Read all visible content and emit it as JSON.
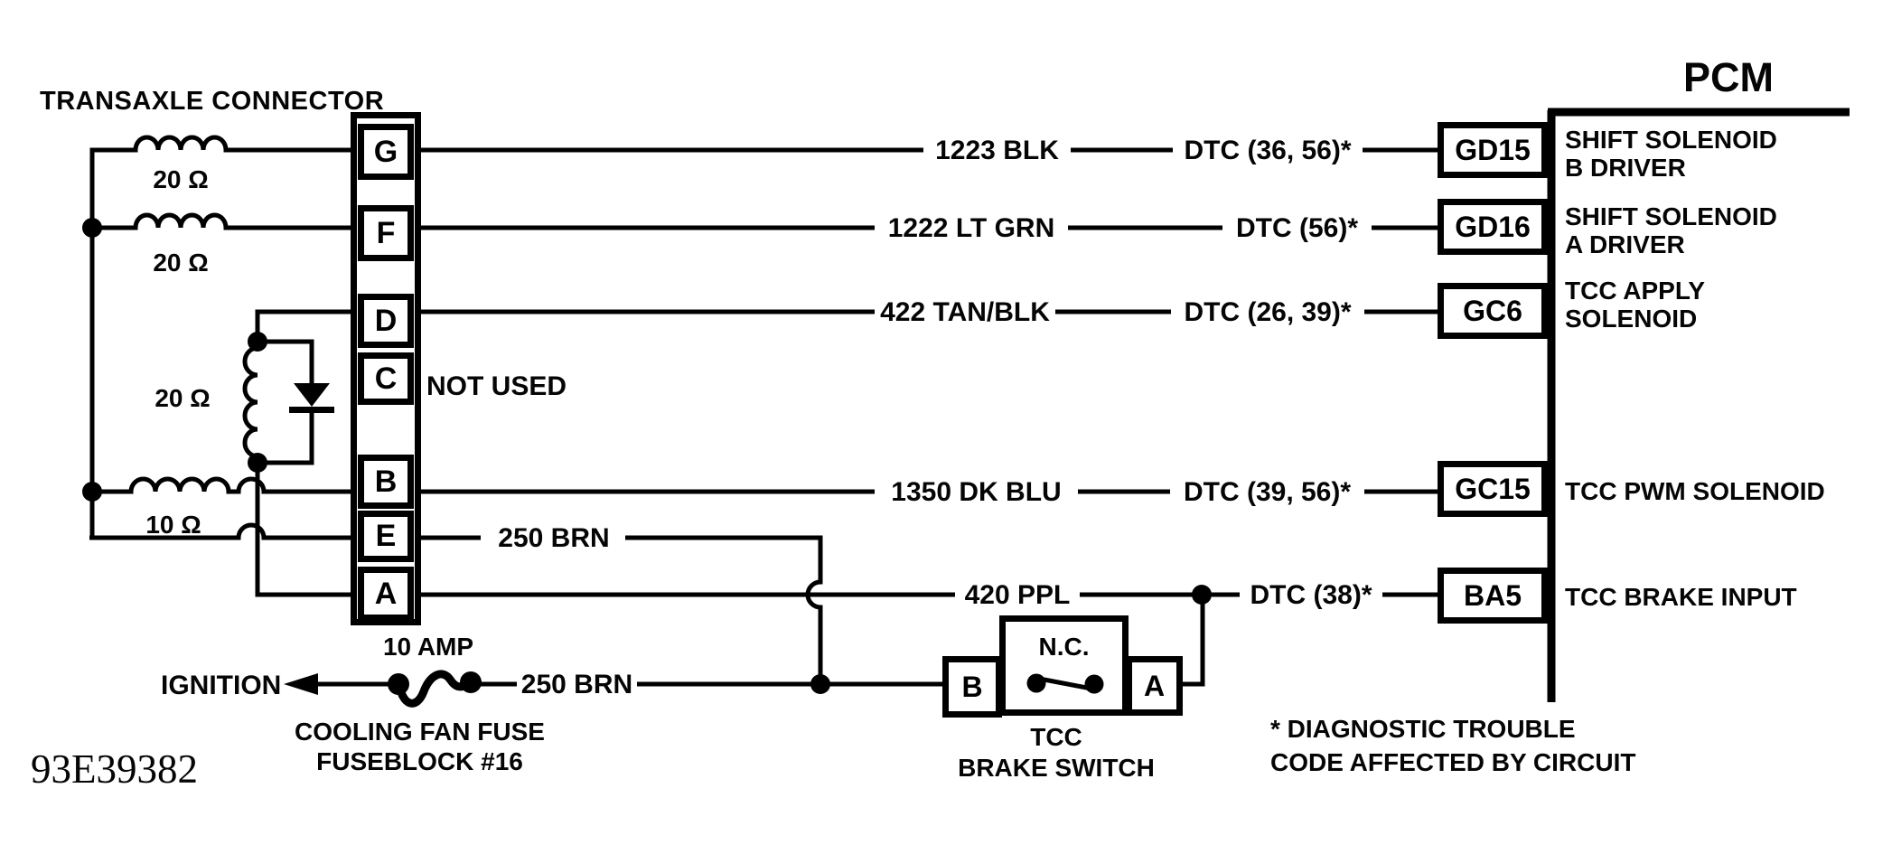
{
  "diagram": {
    "connector_title": "TRANSAXLE CONNECTOR",
    "pcm_title": "PCM",
    "doc_id": "93E39382",
    "not_used_label": "NOT USED",
    "note_line1": "*  DIAGNOSTIC TROUBLE",
    "note_line2": "CODE AFFECTED BY CIRCUIT",
    "ink_color": "#000000",
    "paper_color": "#ffffff"
  },
  "resistors": [
    {
      "id": "resistor-row-g",
      "value": "20 Ω"
    },
    {
      "id": "resistor-row-f",
      "value": "20 Ω"
    },
    {
      "id": "resistor-coil",
      "value": "20 Ω"
    },
    {
      "id": "resistor-row-b",
      "value": "10 Ω"
    }
  ],
  "rows": [
    {
      "pin": "G",
      "wire": "1223 BLK",
      "dtc": "DTC (36, 56)*",
      "pcm_pin": "GD15",
      "pcm_label_1": "SHIFT SOLENOID",
      "pcm_label_2": "B DRIVER"
    },
    {
      "pin": "F",
      "wire": "1222 LT GRN",
      "dtc": "DTC (56)*",
      "pcm_pin": "GD16",
      "pcm_label_1": "SHIFT SOLENOID",
      "pcm_label_2": "A DRIVER"
    },
    {
      "pin": "D",
      "wire": "422 TAN/BLK",
      "dtc": "DTC (26, 39)*",
      "pcm_pin": "GC6",
      "pcm_label_1": "TCC APPLY",
      "pcm_label_2": "SOLENOID"
    },
    {
      "pin": "C"
    },
    {
      "pin": "B",
      "wire": "1350 DK BLU",
      "dtc": "DTC (39, 56)*",
      "pcm_pin": "GC15",
      "pcm_label_1": "TCC PWM SOLENOID"
    },
    {
      "pin": "E",
      "wire": "250 BRN"
    },
    {
      "pin": "A",
      "wire": "420 PPL",
      "dtc": "DTC (38)*",
      "pcm_pin": "BA5",
      "pcm_label_1": "TCC BRAKE INPUT"
    }
  ],
  "power": {
    "ignition_label": "IGNITION",
    "fuse_rating": "10 AMP",
    "fuse_name": "COOLING FAN FUSE",
    "fuse_block": "FUSEBLOCK #16",
    "wire": "250 BRN"
  },
  "brake_switch": {
    "name_line1": "TCC",
    "name_line2": "BRAKE SWITCH",
    "state": "N.C.",
    "terminal_b": "B",
    "terminal_a": "A"
  }
}
